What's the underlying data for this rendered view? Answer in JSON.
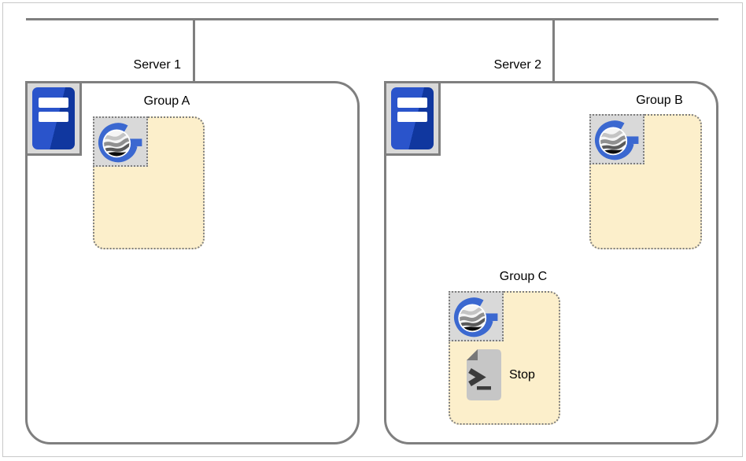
{
  "palette": {
    "line": "#7f7f7f",
    "frame_border": "#c9c9c9",
    "group_fill": "#fcefcb",
    "group_border": "#7e7e7e",
    "icon_bg": "#d9d9d9",
    "tower_blue": "#2a54cb",
    "tower_blue_dark": "#10379f",
    "logo_blue": "#3b68d0",
    "page_gray": "#c6c6c6",
    "page_fold_gray": "#787878",
    "glyph_dark": "#3c3c3c"
  },
  "servers": [
    {
      "label": "Server 1",
      "icon": "server-rack-icon",
      "groups": [
        {
          "label": "Group A",
          "icon": "g-logo-icon",
          "items": []
        }
      ]
    },
    {
      "label": "Server 2",
      "icon": "server-rack-icon",
      "groups": [
        {
          "label": "Group B",
          "icon": "g-logo-icon",
          "items": []
        },
        {
          "label": "Group C",
          "icon": "g-logo-icon",
          "items": [
            {
              "label": "Stop",
              "icon": "script-icon"
            }
          ]
        }
      ]
    }
  ]
}
